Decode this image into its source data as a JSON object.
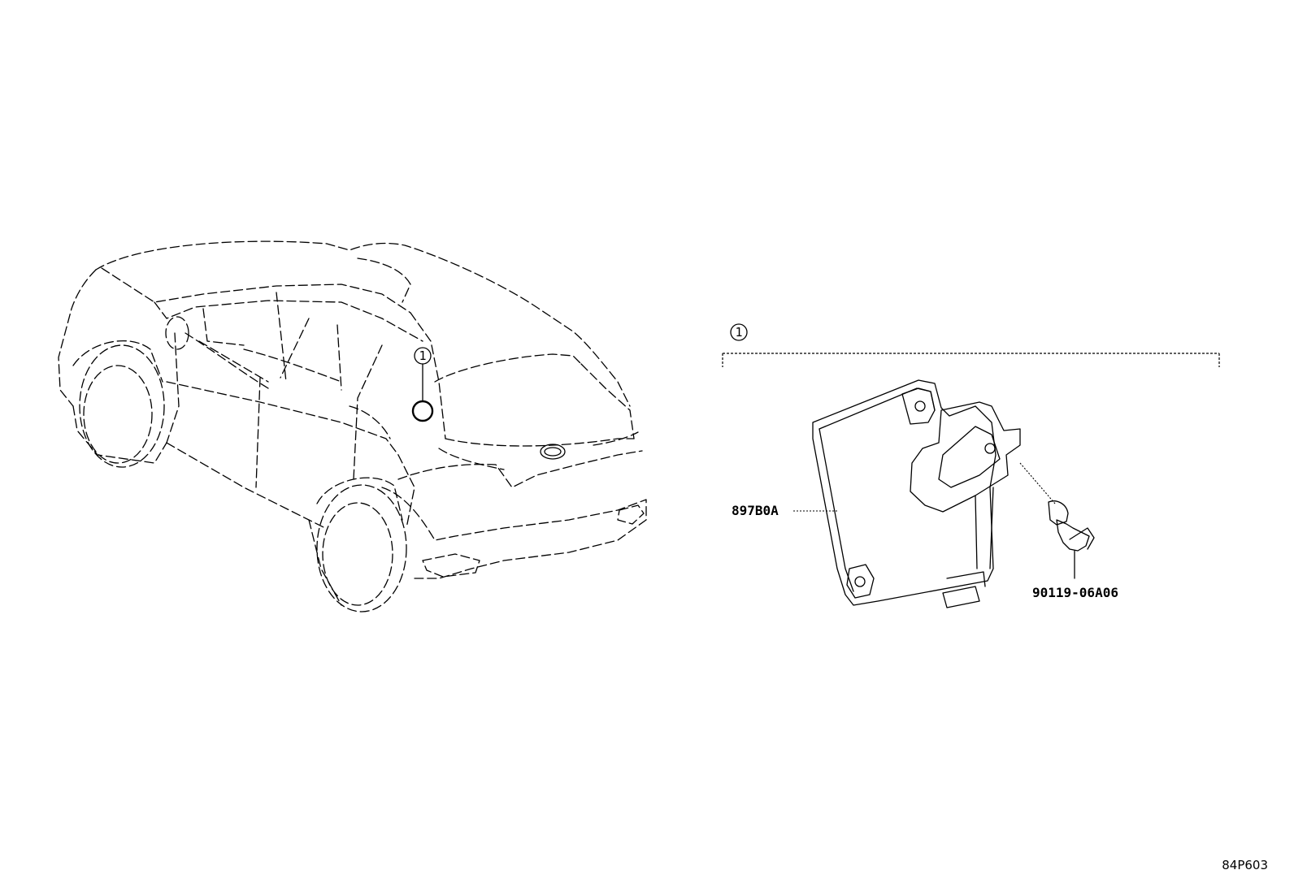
{
  "diagram": {
    "callout_ref": "1",
    "parts": [
      {
        "number": "897B0A"
      },
      {
        "number": "90119-06A06"
      }
    ],
    "diagram_id": "84P603"
  }
}
